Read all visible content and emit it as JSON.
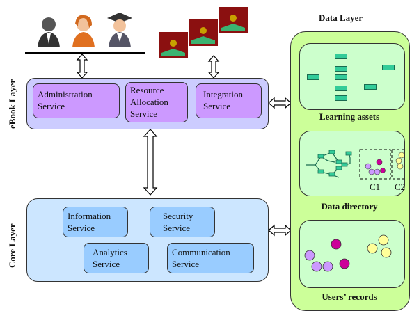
{
  "labels": {
    "ebook_layer": "eBook Layer",
    "core_layer": "Core Layer",
    "data_layer": "Data Layer"
  },
  "ebook_services": [
    {
      "lines": [
        "Administration",
        "Service"
      ]
    },
    {
      "lines": [
        "Resource",
        "Allocation",
        "Service"
      ]
    },
    {
      "lines": [
        "Integration",
        "Service"
      ]
    }
  ],
  "core_services": [
    {
      "lines": [
        "Information",
        "Service"
      ]
    },
    {
      "lines": [
        "Security",
        "Service"
      ]
    },
    {
      "lines": [
        "Analytics",
        "Service"
      ]
    },
    {
      "lines": [
        "Communication",
        "Service"
      ]
    }
  ],
  "data_sections": [
    {
      "caption": "Learning assets"
    },
    {
      "caption": "Data directory",
      "clusters": [
        "C1",
        "C2"
      ]
    },
    {
      "caption": "Users’ records"
    }
  ],
  "colors": {
    "ebook_panel": "#ccccff",
    "core_panel": "#cce6ff",
    "service_purple": "#cc99ff",
    "service_blue": "#99ccff",
    "data_outer": "#ccff99",
    "data_inner": "#ccffcc",
    "asset": "#33cc99",
    "dot_magenta": "#cc0099",
    "dot_lavender": "#cc99ff",
    "dot_yellow": "#ffff99"
  }
}
